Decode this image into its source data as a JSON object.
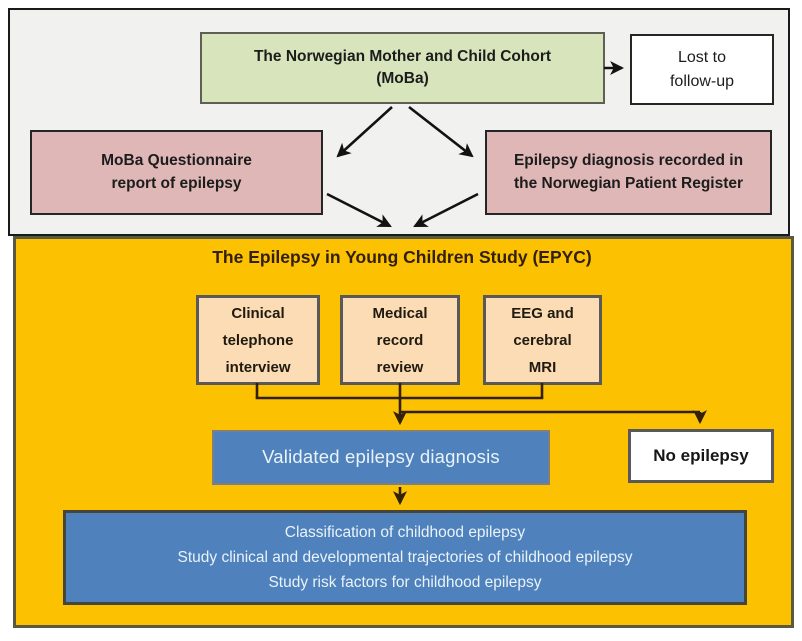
{
  "colors": {
    "page-bg": "#ffffff",
    "top-panel-bg": "#f1f1f0",
    "top-panel-border": "#1a1a1a",
    "orange-bg": "#fcc101",
    "orange-border": "#5b5a40",
    "green-bg": "#d8e4bc",
    "green-border": "#5f5f55",
    "pink-bg": "#e0b7b7",
    "pink-border": "#262626",
    "white-box-bg": "#ffffff",
    "white-box-border": "#262626",
    "peach-bg": "#fbdcb4",
    "peach-border": "#595959",
    "blue-bg": "#4f81bd",
    "blue-border": "#7f7f7f",
    "outcomes-border": "#45453a",
    "noepi-border": "#595959",
    "arrow-black": "#121212",
    "arrow-brown": "#33200a",
    "dark-text": "#1c1c1c",
    "title-text": "#33200a",
    "blue-box-text": "#e9f3f8"
  },
  "top_panel": {
    "moba_box": {
      "line1": "The Norwegian Mother and Child Cohort",
      "line2": "(MoBa)"
    },
    "lost_box": {
      "line1": "Lost to",
      "line2": "follow-up"
    },
    "questionnaire_box": {
      "line1": "MoBa Questionnaire",
      "line2": "report of epilepsy"
    },
    "register_box": {
      "line1": "Epilepsy diagnosis recorded in",
      "line2": "the Norwegian Patient Register"
    }
  },
  "epyc_panel": {
    "title": "The Epilepsy in Young Children Study (EPYC)",
    "method_boxes": [
      {
        "lines": [
          "Clinical",
          "telephone",
          "interview"
        ]
      },
      {
        "lines": [
          "Medical",
          "record",
          "review"
        ]
      },
      {
        "lines": [
          "EEG and",
          "cerebral",
          "MRI"
        ]
      }
    ],
    "validated_box": "Validated epilepsy diagnosis",
    "no_epilepsy_box": "No epilepsy",
    "outcomes_box": {
      "line1": "Classification of childhood epilepsy",
      "line2": "Study clinical and developmental trajectories of childhood epilepsy",
      "line3": "Study risk factors for childhood epilepsy"
    }
  }
}
